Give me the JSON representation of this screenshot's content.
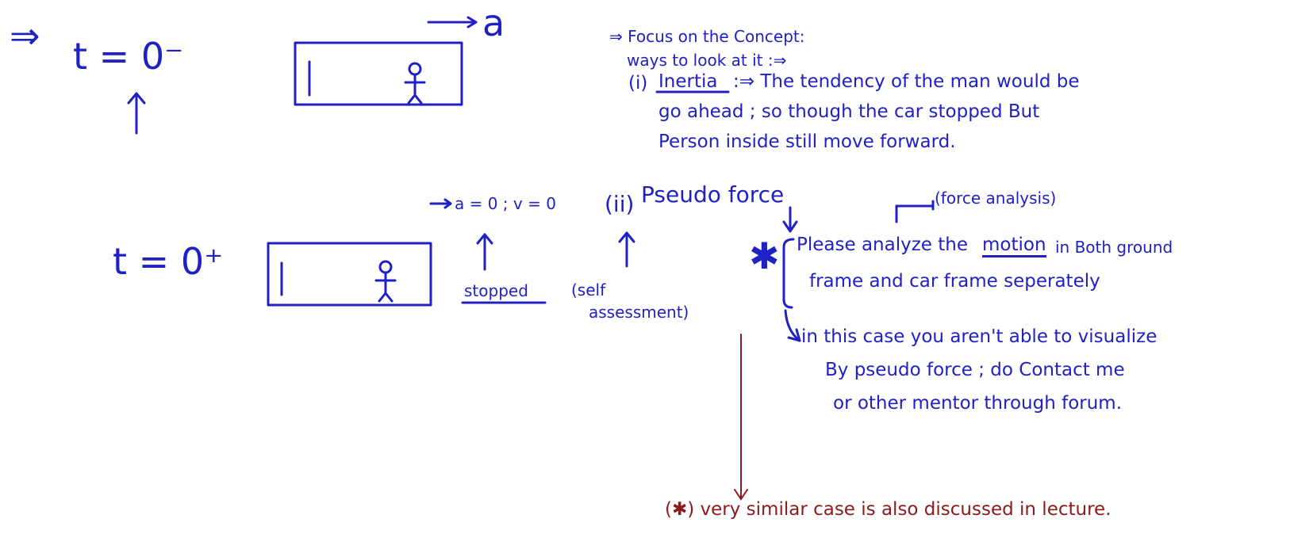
{
  "colors": {
    "ink_blue": "#1f21c4",
    "ink_red": "#8c1a1a",
    "background": "#ffffff"
  },
  "scene1": {
    "implies": "⇒",
    "time": "t = 0⁻",
    "accel": "a"
  },
  "scene2": {
    "time": "t = 0⁺",
    "accel_vel": "a = 0 ; v = 0",
    "stopped_label": "stopped",
    "roman_ii": "(ii)",
    "self_assessment_1": "(self",
    "self_assessment_2": "assessment)"
  },
  "notes": {
    "focus": "⇒ Focus on the Concept:",
    "ways": "ways to look at it :⇒",
    "inertia_num": "(i)",
    "inertia_word": "Inertia",
    "inertia_line1": ":⇒ The tendency of the man would be",
    "inertia_line2": "go ahead ; so though the car stopped But",
    "inertia_line3": "Person inside still move forward.",
    "pseudo": "Pseudo force",
    "force_analysis": "(force analysis)",
    "star": "✱",
    "please_1": "Please analyze the",
    "motion": "motion",
    "please_2": "in Both ground",
    "please_3": "frame and car frame seperately",
    "case_1": "in this case you aren't able to visualize",
    "case_2": "By pseudo force ; do Contact me",
    "case_3": "or other mentor through forum.",
    "lecture": "(✱) very similar case is also discussed in lecture."
  }
}
